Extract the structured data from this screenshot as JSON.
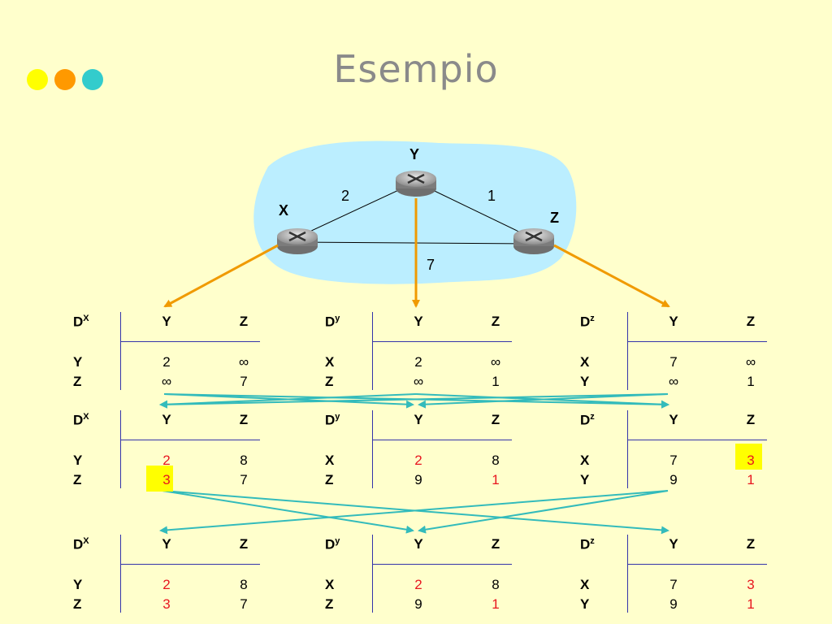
{
  "title": "Esempio",
  "colors": {
    "background": "#ffffcc",
    "dot1": "#ffff00",
    "dot2": "#ff9900",
    "dot3": "#33cccc",
    "highlight": "#ffff00",
    "red": "#e8161f",
    "arrow_orange": "#f09a00",
    "arrow_teal": "#33bbbb"
  },
  "network": {
    "nodes": {
      "x": "X",
      "y": "Y",
      "z": "Z"
    },
    "links": {
      "xy": "2",
      "yz": "1",
      "xz": "7"
    }
  },
  "tables": {
    "t1": {
      "dx": {
        "label": "D",
        "sup": "X",
        "cols": [
          "Y",
          "Z"
        ],
        "rows": [
          {
            "name": "Y",
            "y": "2",
            "z": "∞"
          },
          {
            "name": "Z",
            "y": "∞",
            "z": "7"
          }
        ]
      },
      "dy": {
        "label": "D",
        "sup": "y",
        "cols": [
          "Y",
          "Z"
        ],
        "rows": [
          {
            "name": "X",
            "y": "2",
            "z": "∞"
          },
          {
            "name": "Z",
            "y": "∞",
            "z": "1"
          }
        ]
      },
      "dz": {
        "label": "D",
        "sup": "z",
        "cols": [
          "Y",
          "Z"
        ],
        "rows": [
          {
            "name": "X",
            "y": "7",
            "z": "∞"
          },
          {
            "name": "Y",
            "y": "∞",
            "z": "1"
          }
        ]
      }
    },
    "t2": {
      "dx": {
        "label": "D",
        "sup": "X",
        "cols": [
          "Y",
          "Z"
        ],
        "rows": [
          {
            "name": "Y",
            "y": "2",
            "z": "8"
          },
          {
            "name": "Z",
            "y": "3",
            "z": "7"
          }
        ]
      },
      "dy": {
        "label": "D",
        "sup": "y",
        "cols": [
          "Y",
          "Z"
        ],
        "rows": [
          {
            "name": "X",
            "y": "2",
            "z": "8"
          },
          {
            "name": "Z",
            "y": "9",
            "z": "1"
          }
        ]
      },
      "dz": {
        "label": "D",
        "sup": "z",
        "cols": [
          "Y",
          "Z"
        ],
        "rows": [
          {
            "name": "X",
            "y": "7",
            "z": "3"
          },
          {
            "name": "Y",
            "y": "9",
            "z": "1"
          }
        ]
      }
    },
    "t3": {
      "dx": {
        "label": "D",
        "sup": "X",
        "cols": [
          "Y",
          "Z"
        ],
        "rows": [
          {
            "name": "Y",
            "y": "2",
            "z": "8"
          },
          {
            "name": "Z",
            "y": "3",
            "z": "7"
          }
        ]
      },
      "dy": {
        "label": "D",
        "sup": "y",
        "cols": [
          "Y",
          "Z"
        ],
        "rows": [
          {
            "name": "X",
            "y": "2",
            "z": "8"
          },
          {
            "name": "Z",
            "y": "9",
            "z": "1"
          }
        ]
      },
      "dz": {
        "label": "D",
        "sup": "z",
        "cols": [
          "Y",
          "Z"
        ],
        "rows": [
          {
            "name": "X",
            "y": "7",
            "z": "3"
          },
          {
            "name": "Y",
            "y": "9",
            "z": "1"
          }
        ]
      }
    }
  }
}
